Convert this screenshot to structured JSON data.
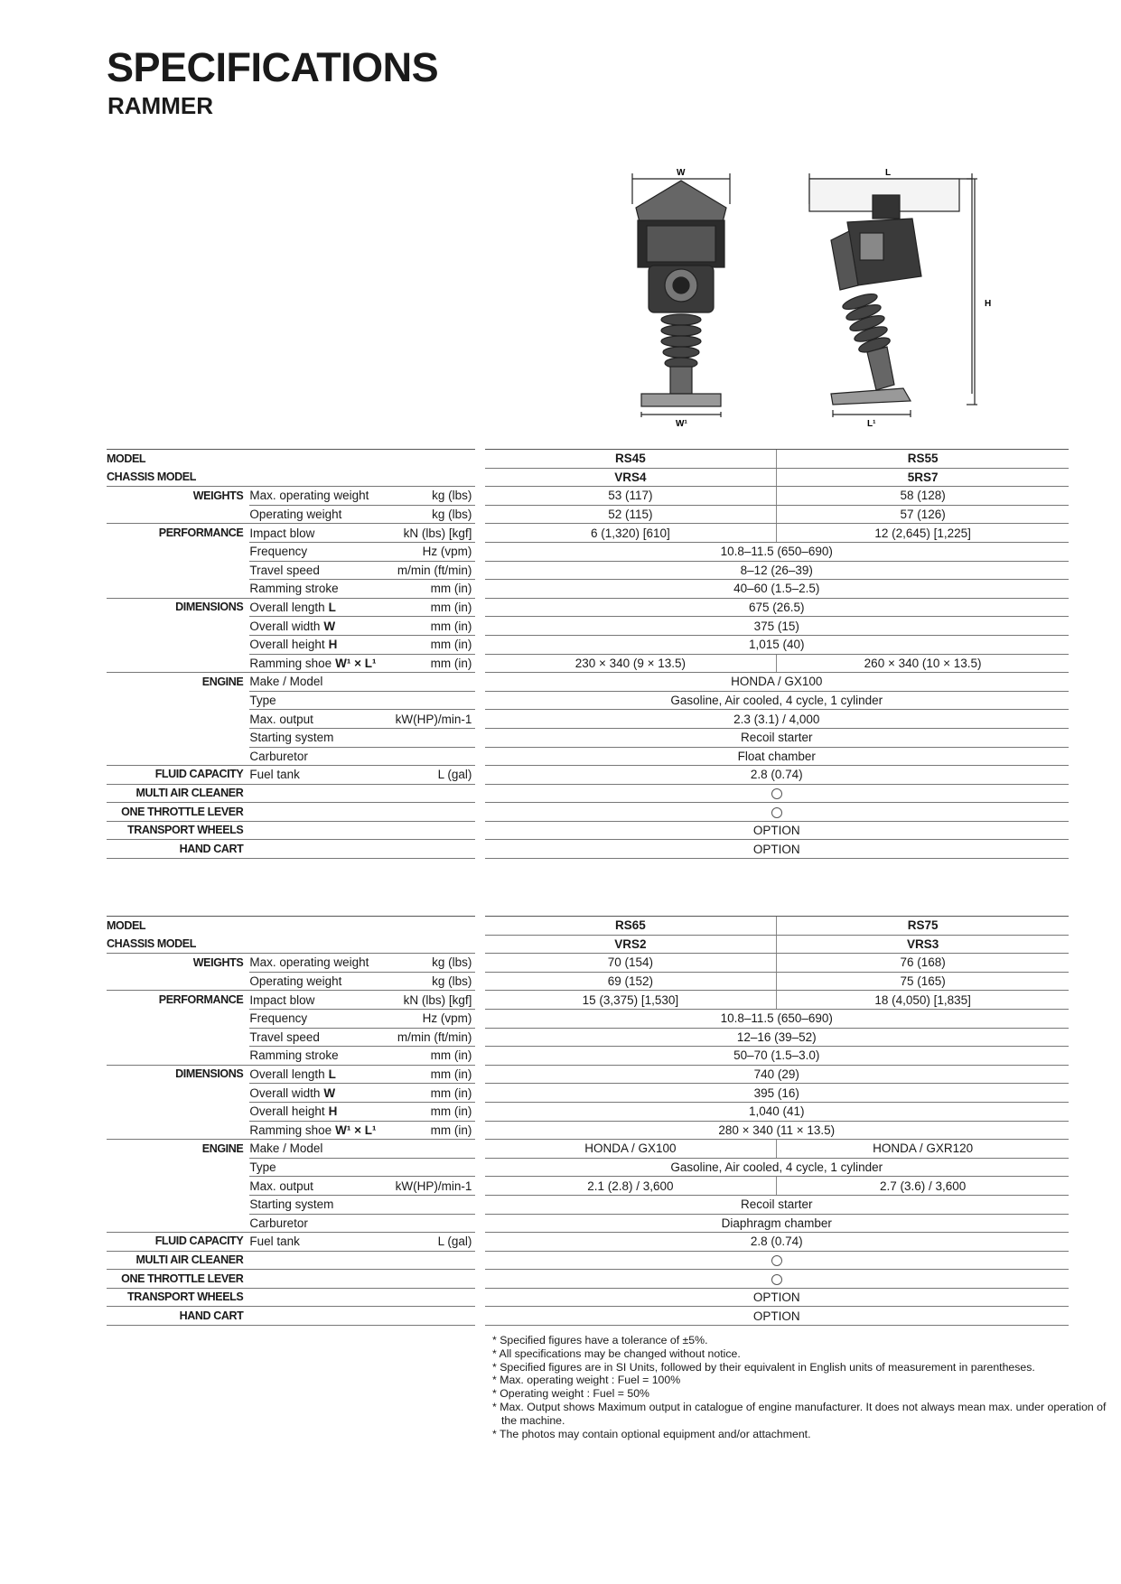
{
  "title": "SPECIFICATIONS",
  "subtitle": "RAMMER",
  "figure_labels": {
    "w": "W",
    "w1": "W¹",
    "l": "L",
    "l1": "L¹",
    "h": "H"
  },
  "tables": [
    {
      "models": [
        "RS45",
        "RS55"
      ],
      "chassis": [
        "VRS4",
        "5RS7"
      ],
      "rows": {
        "max_op_weight": [
          "53 (117)",
          "58 (128)"
        ],
        "op_weight": [
          "52 (115)",
          "57 (126)"
        ],
        "impact_blow": [
          "6 (1,320) [610]",
          "12 (2,645) [1,225]"
        ],
        "frequency": "10.8–11.5 (650–690)",
        "travel_speed": "8–12 (26–39)",
        "ramming_stroke": "40–60 (1.5–2.5)",
        "overall_length": "675 (26.5)",
        "overall_width": "375 (15)",
        "overall_height": "1,015 (40)",
        "ramming_shoe": [
          "230 × 340 (9 × 13.5)",
          "260 × 340 (10 × 13.5)"
        ],
        "make_model": "HONDA / GX100",
        "type": "Gasoline, Air cooled, 4 cycle, 1 cylinder",
        "max_output": "2.3 (3.1) / 4,000",
        "starting_system": "Recoil starter",
        "carburetor": "Float chamber",
        "fuel_tank": "2.8 (0.74)",
        "multi_air_cleaner": "○",
        "one_throttle_lever": "○",
        "transport_wheels": "OPTION",
        "hand_cart": "OPTION"
      }
    },
    {
      "models": [
        "RS65",
        "RS75"
      ],
      "chassis": [
        "VRS2",
        "VRS3"
      ],
      "rows": {
        "max_op_weight": [
          "70 (154)",
          "76 (168)"
        ],
        "op_weight": [
          "69 (152)",
          "75 (165)"
        ],
        "impact_blow": [
          "15 (3,375) [1,530]",
          "18 (4,050) [1,835]"
        ],
        "frequency": "10.8–11.5 (650–690)",
        "travel_speed": "12–16 (39–52)",
        "ramming_stroke": "50–70 (1.5–3.0)",
        "overall_length": "740 (29)",
        "overall_width": "395 (16)",
        "overall_height": "1,040 (41)",
        "ramming_shoe": "280 × 340 (11 × 13.5)",
        "make_model": [
          "HONDA / GX100",
          "HONDA / GXR120"
        ],
        "type": "Gasoline, Air cooled, 4 cycle, 1 cylinder",
        "max_output": [
          "2.1 (2.8) / 3,600",
          "2.7 (3.6) / 3,600"
        ],
        "starting_system": "Recoil starter",
        "carburetor": "Diaphragm chamber",
        "fuel_tank": "2.8 (0.74)",
        "multi_air_cleaner": "○",
        "one_throttle_lever": "○",
        "transport_wheels": "OPTION",
        "hand_cart": "OPTION"
      }
    }
  ],
  "labels": {
    "model": "MODEL",
    "chassis_model": "CHASSIS MODEL",
    "weights": "WEIGHTS",
    "performance": "PERFORMANCE",
    "dimensions": "DIMENSIONS",
    "engine": "ENGINE",
    "fluid_capacity": "FLUID CAPACITY",
    "multi_air_cleaner": "MULTI AIR CLEANER",
    "one_throttle_lever": "ONE THROTTLE LEVER",
    "transport_wheels": "TRANSPORT WHEELS",
    "hand_cart": "HAND CART"
  },
  "items": {
    "max_op_weight": "Max. operating weight",
    "op_weight": "Operating weight",
    "impact_blow": "Impact blow",
    "frequency": "Frequency",
    "travel_speed": "Travel speed",
    "ramming_stroke": "Ramming stroke",
    "overall_length": "Overall length",
    "overall_width": "Overall width",
    "overall_height": "Overall height",
    "ramming_shoe": "Ramming shoe",
    "make_model": "Make / Model",
    "type": "Type",
    "max_output": "Max. output",
    "starting_system": "Starting system",
    "carburetor": "Carburetor",
    "fuel_tank": "Fuel tank"
  },
  "item_symbols": {
    "overall_length": "L",
    "overall_width": "W",
    "overall_height": "H",
    "ramming_shoe": "W¹ × L¹"
  },
  "units": {
    "weight": "kg (lbs)",
    "impact_blow": "kN (lbs) [kgf]",
    "frequency": "Hz (vpm)",
    "travel_speed": "m/min (ft/min)",
    "length": "mm (in)",
    "output": "kW(HP)/min-1",
    "fuel": "L (gal)"
  },
  "notes": [
    "* Specified figures have a tolerance of ±5%.",
    "* All specifications may be changed without notice.",
    "* Specified figures are in SI Units, followed by their equivalent in English units of measurement in parentheses.",
    "* Max. operating weight : Fuel = 100%",
    "* Operating weight : Fuel = 50%",
    "* Max. Output shows Maximum output in catalogue of engine manufacturer. It does not always mean max. under operation of the machine.",
    "* The photos may contain optional equipment and/or attachment."
  ]
}
